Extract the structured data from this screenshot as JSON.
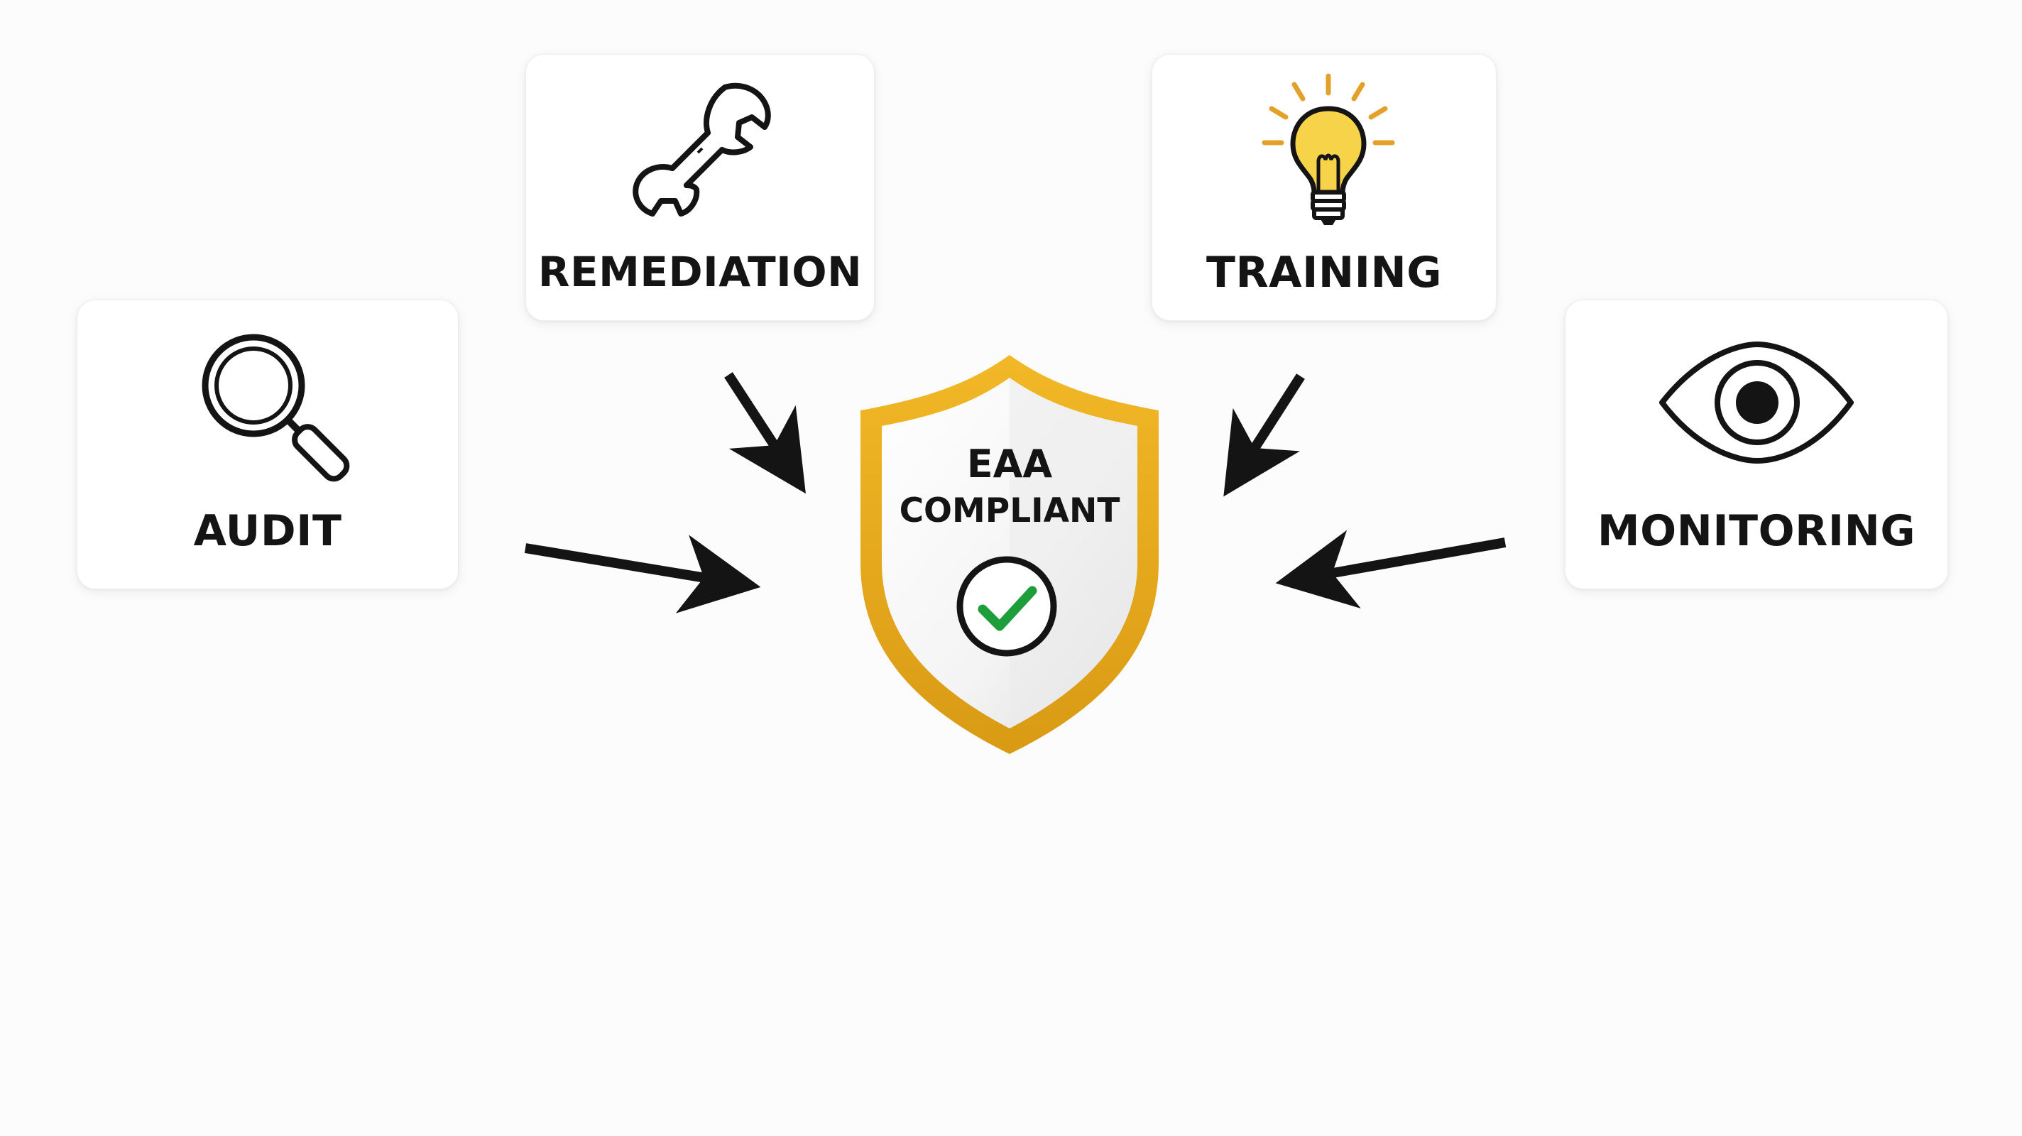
{
  "center": {
    "line1": "EAA",
    "line2": "COMPLIANT"
  },
  "cards": {
    "audit": {
      "label": "AUDIT",
      "icon": "magnifying-glass-icon"
    },
    "remediation": {
      "label": "REMEDIATION",
      "icon": "wrench-icon"
    },
    "training": {
      "label": "TRAINING",
      "icon": "lightbulb-icon"
    },
    "monitoring": {
      "label": "MONITORING",
      "icon": "eye-icon"
    }
  },
  "colors": {
    "shield_border": "#E6A817",
    "check": "#1E9E3A",
    "bulb": "#F7D34A",
    "bulb_rays": "#E3A02A",
    "ink": "#141414"
  }
}
